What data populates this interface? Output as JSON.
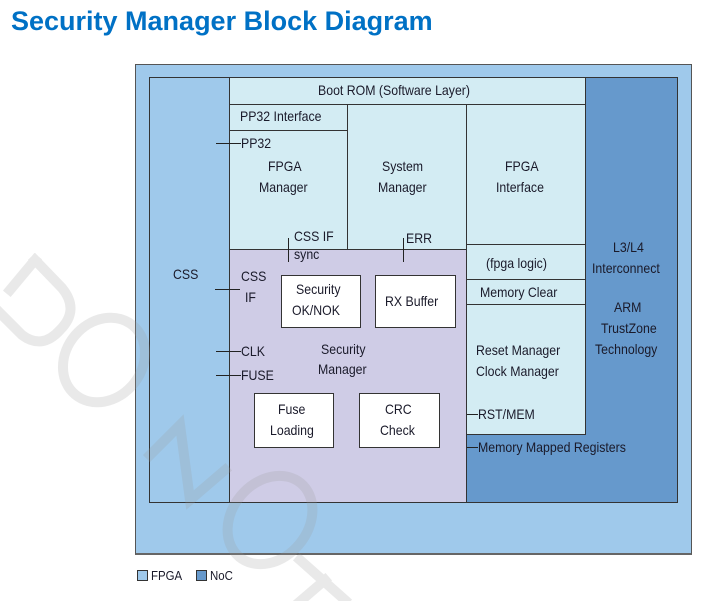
{
  "title": "Security Manager Block Diagram",
  "diagram": {
    "colors": {
      "fpga": "#9fc9eb",
      "noc": "#6699cc",
      "light_block": "#d3ecf3",
      "security_manager": "#cfcce6",
      "title": "#0071c5"
    },
    "css_block": "CSS",
    "boot_rom": "Boot ROM (Software Layer)",
    "pp32_interface": "PP32 Interface",
    "pp32_port": "PP32",
    "fpga_manager": [
      "FPGA",
      "Manager"
    ],
    "system_manager": [
      "System",
      "Manager"
    ],
    "fpga_interface": [
      "FPGA",
      "Interface"
    ],
    "css_if_sync": [
      "CSS IF",
      "sync"
    ],
    "err_signal": "ERR",
    "fpga_logic": "(fpga logic)",
    "memory_clear": "Memory Clear",
    "reset_clock_manager": [
      "Reset Manager",
      "Clock Manager"
    ],
    "rst_mem": "RST/MEM",
    "memory_mapped_registers": "Memory Mapped Registers",
    "interconnect": [
      "L3/L4",
      "Interconnect"
    ],
    "trustzone": [
      "ARM",
      "TrustZone",
      "Technology"
    ],
    "security_manager": [
      "Security",
      "Manager"
    ],
    "css_if_port": [
      "CSS",
      "IF"
    ],
    "clk_port": "CLK",
    "fuse_port": "FUSE",
    "security_ok_nok": [
      "Security",
      "OK/NOK"
    ],
    "rx_buffer": "RX Buffer",
    "fuse_loading": [
      "Fuse",
      "Loading"
    ],
    "crc_check": [
      "CRC",
      "Check"
    ]
  },
  "legend": [
    {
      "label": "FPGA",
      "color": "#9fc9eb"
    },
    {
      "label": "NoC",
      "color": "#6699cc"
    }
  ],
  "watermark": "DO NOT"
}
